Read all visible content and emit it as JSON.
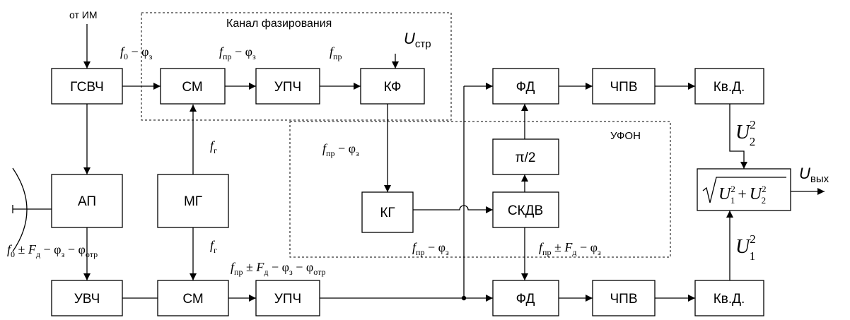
{
  "blocks": {
    "gsvch": "ГСВЧ",
    "cm_top": "СМ",
    "upch_top": "УПЧ",
    "kf": "КФ",
    "fd_top": "ФД",
    "chpv_top": "ЧПВ",
    "kvd_top": "Кв.Д.",
    "pi2": "π/2",
    "ap": "АП",
    "mg": "МГ",
    "kg": "КГ",
    "skdv": "СКДВ",
    "uvch": "УВЧ",
    "cm_bot": "СМ",
    "upch_bot": "УПЧ",
    "fd_bot": "ФД",
    "chpv_bot": "ЧПВ",
    "kvd_bot": "Кв.Д."
  },
  "regions": {
    "phasing_channel": "Канал фазирования",
    "ufon": "УФОН"
  },
  "inputs": {
    "from_im": "от ИМ",
    "u_str": {
      "sym": "U",
      "sub": "стр"
    }
  },
  "output": {
    "sym": "U",
    "sub": "вых"
  },
  "sqrt_block": {
    "a": "U",
    "a_sub": "1",
    "a_sup": "2",
    "plus": "+",
    "b": "U",
    "b_sub": "2",
    "b_sup": "2"
  },
  "signals": {
    "f0_phi3": {
      "f": "f",
      "f_sub": "0",
      "rest": " − φ",
      "rest_sub": "з"
    },
    "fpr_phi3_top": {
      "f": "f",
      "f_sub": "пр",
      "rest": " − φ",
      "rest_sub": "з"
    },
    "fpr": {
      "f": "f",
      "f_sub": "пр"
    },
    "fg_upper": {
      "f": "f",
      "f_sub": "г"
    },
    "fg_lower": {
      "f": "f",
      "f_sub": "г"
    },
    "fpr_phi3_ufon": {
      "f": "f",
      "f_sub": "пр",
      "rest": " − φ",
      "rest_sub": "з"
    },
    "fpr_phi3_bot": {
      "f": "f",
      "f_sub": "пр",
      "rest": " − φ",
      "rest_sub": "з"
    },
    "fpr_fd_phi3": {
      "f": "f",
      "f_sub": "пр",
      "pm": " ± ",
      "F": "F",
      "F_sub": "д",
      "rest": " − φ",
      "rest_sub": "з"
    },
    "f0_full": {
      "f": "f",
      "f_sub": "0",
      "pm": " ± ",
      "F": "F",
      "F_sub": "д",
      "rest": " − φ",
      "rest_sub": "з",
      "rest2": " − φ",
      "rest2_sub": "отр"
    },
    "fpr_full": {
      "f": "f",
      "f_sub": "пр",
      "pm": " ± ",
      "F": "F",
      "F_sub": "д",
      "rest": " − φ",
      "rest_sub": "з",
      "rest2": " − φ",
      "rest2_sub": "отр"
    }
  },
  "levels": {
    "u2sq": {
      "sym": "U",
      "sub": "2",
      "sup": "2"
    },
    "u1sq": {
      "sym": "U",
      "sub": "1",
      "sup": "2"
    }
  }
}
